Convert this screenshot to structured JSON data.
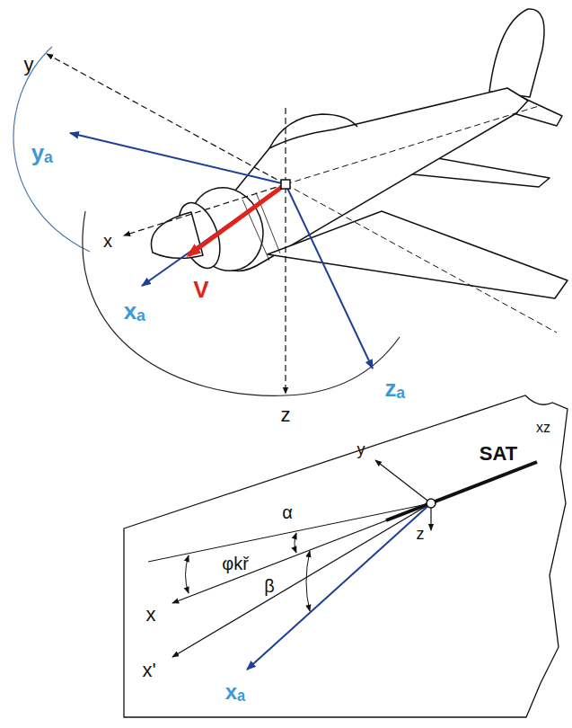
{
  "diagram": {
    "labels": [
      "y",
      "yₐ",
      "x",
      "V",
      "xₐ",
      "zₐ",
      "z",
      "xz",
      "SAT",
      "y",
      "z",
      "φkř",
      "α",
      "x",
      "β",
      "x'",
      "xₐ"
    ]
  }
}
